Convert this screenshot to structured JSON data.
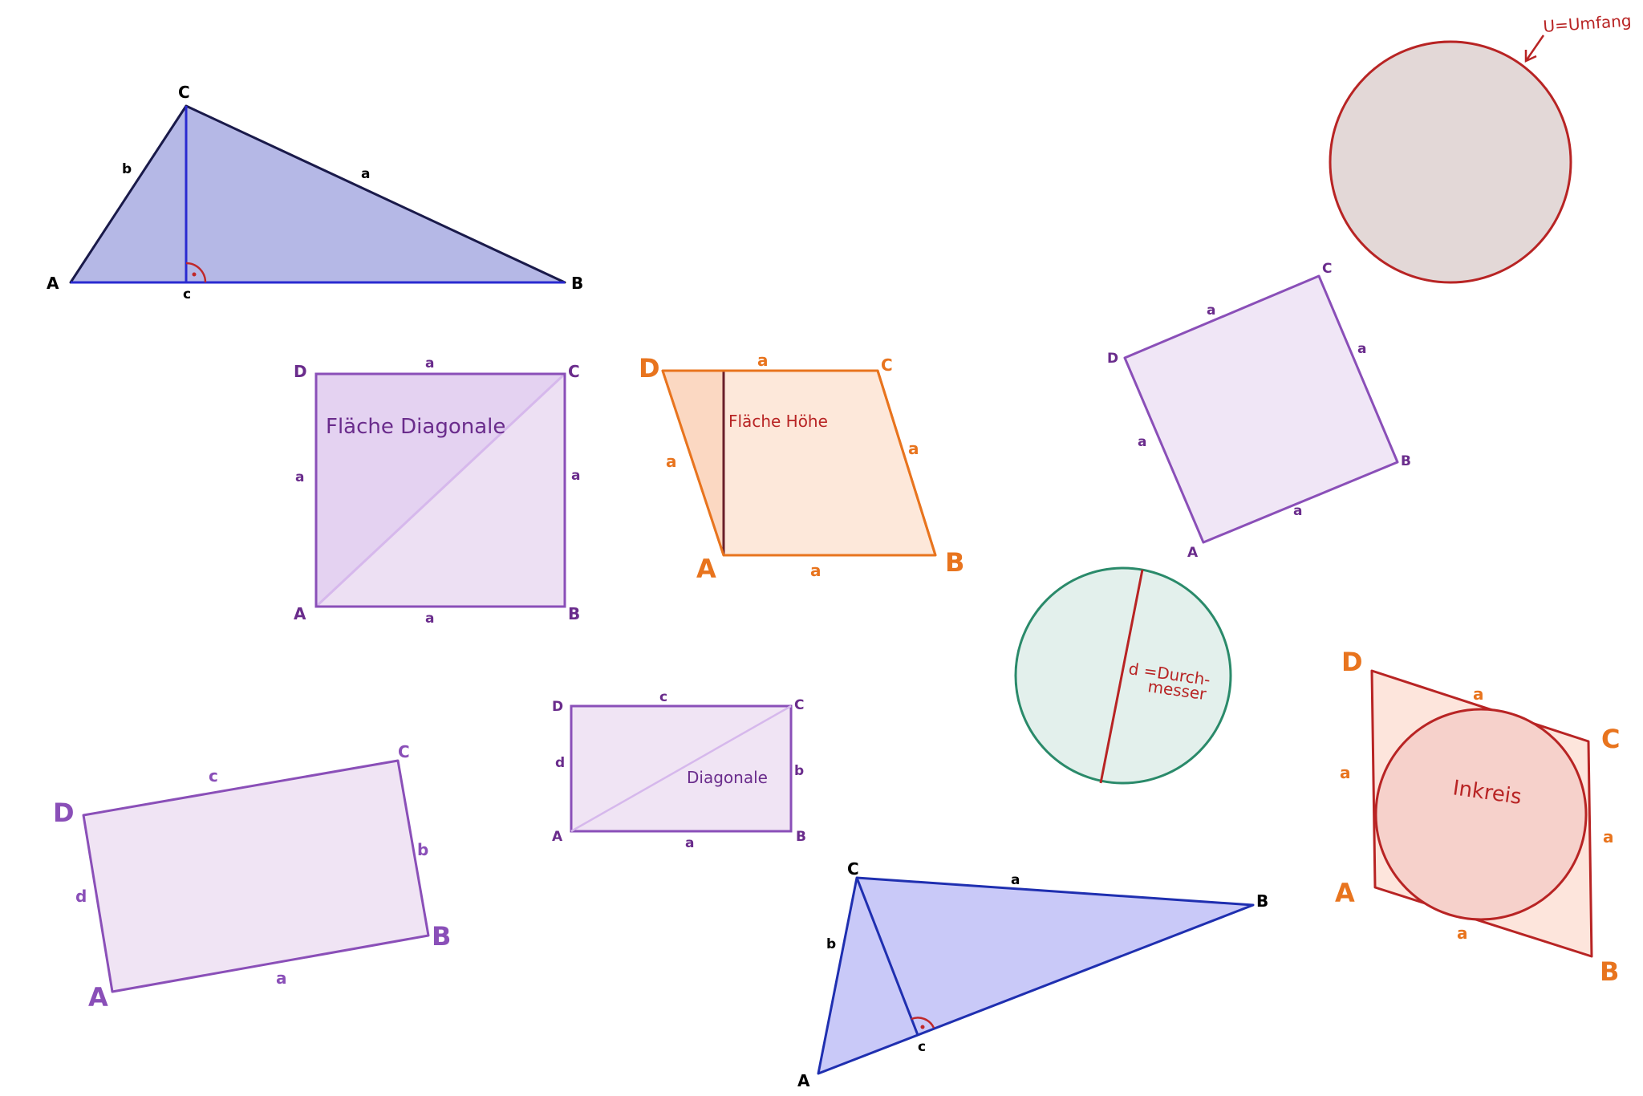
{
  "colors": {
    "triangle_fill": "#b5b8e6",
    "triangle_stroke": "#1a1a4a",
    "height_line": "#2a2ad0",
    "right_angle": "#c0282a",
    "purple": "#8a4fb8",
    "purple_fill": "#ede0f3",
    "purple_text": "#6a2c8c",
    "orange": "#e8741e",
    "orange_fill": "#fde8da",
    "red": "#b82424",
    "red_fill": "#f6d6d2",
    "grey_fill": "#e3d8d7",
    "green": "#2a8a6a",
    "green_fill": "#e3f0ec",
    "blue_fill": "#c9c9f8",
    "blue_stroke": "#1f2fb0"
  },
  "triangle_top": {
    "vertices": {
      "A": "A",
      "B": "B",
      "C": "C"
    },
    "sides": {
      "a": "a",
      "b": "b",
      "c": "c"
    }
  },
  "square": {
    "vertices": {
      "A": "A",
      "B": "B",
      "C": "C",
      "D": "D"
    },
    "sides": {
      "top": "a",
      "bottom": "a",
      "left": "a",
      "right": "a"
    },
    "note": "Fläche Diagonale"
  },
  "rhombus_orange": {
    "vertices": {
      "A": "A",
      "B": "B",
      "C": "C",
      "D": "D"
    },
    "sides": {
      "top": "a",
      "bottom": "a",
      "left": "a",
      "right": "a"
    },
    "note": "Fläche Höhe"
  },
  "rotated_square": {
    "vertices": {
      "A": "A",
      "B": "B",
      "C": "C",
      "D": "D"
    },
    "sides": {
      "top": "a",
      "bottom": "a",
      "left": "a",
      "right": "a"
    }
  },
  "circle_perimeter": {
    "note": "U=Umfang"
  },
  "circle_diameter": {
    "note_line1": "d =Durch-",
    "note_line2": "messer"
  },
  "rhombus_incircle": {
    "vertices": {
      "A": "A",
      "B": "B",
      "C": "C",
      "D": "D"
    },
    "sides": {
      "top": "a",
      "bottom": "a",
      "left": "a",
      "right": "a"
    },
    "note": "Inkreis"
  },
  "rectangle_tilted": {
    "vertices": {
      "A": "A",
      "B": "B",
      "C": "C",
      "D": "D"
    },
    "sides": {
      "top": "c",
      "bottom": "a",
      "left": "d",
      "right": "b"
    }
  },
  "rectangle_small": {
    "vertices": {
      "A": "A",
      "B": "B",
      "C": "C",
      "D": "D"
    },
    "sides": {
      "top": "c",
      "bottom": "a",
      "left": "d",
      "right": "b"
    },
    "note": "Diagonale"
  },
  "triangle_bottom": {
    "vertices": {
      "A": "A",
      "B": "B",
      "C": "C"
    },
    "sides": {
      "a": "a",
      "b": "b",
      "c": "c"
    }
  }
}
